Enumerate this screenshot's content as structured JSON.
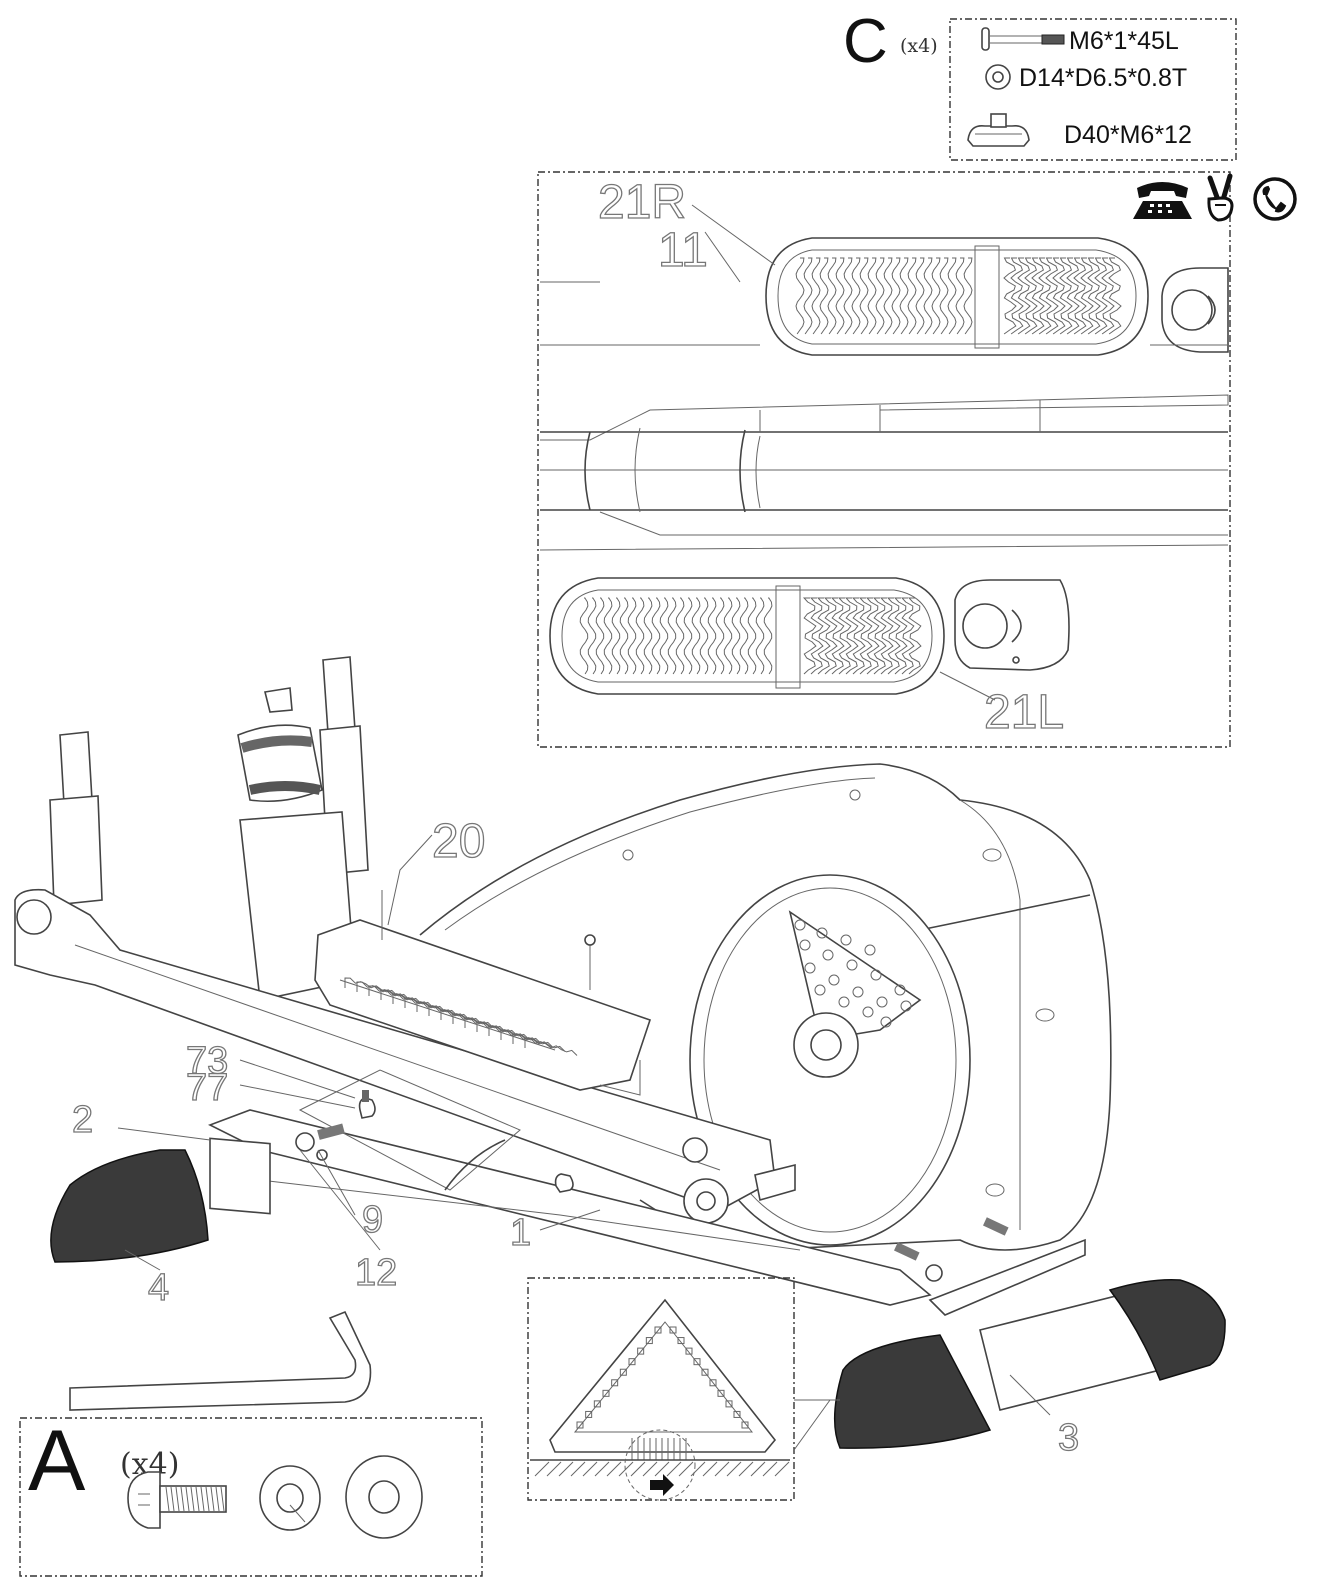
{
  "kit_c": {
    "letter": "C",
    "qty": "(x4)",
    "bolt_spec": "M6*1*45L",
    "washer_spec": "D14*D6.5*0.8T",
    "knob_spec": "D40*M6*12"
  },
  "kit_a": {
    "letter": "A",
    "qty": "(x4)"
  },
  "detail_top": {
    "label_right_pedal": "21R",
    "label_pedal_arm": "11",
    "label_left_pedal": "21L",
    "icons": [
      "telephone-icon",
      "victory-hand-icon",
      "handset-circle-icon"
    ]
  },
  "parts": {
    "p20": "20",
    "p73": "73",
    "p77": "77",
    "p2": "2",
    "p4": "4",
    "p9": "9",
    "p12": "12",
    "p1": "1",
    "p3": "3"
  }
}
